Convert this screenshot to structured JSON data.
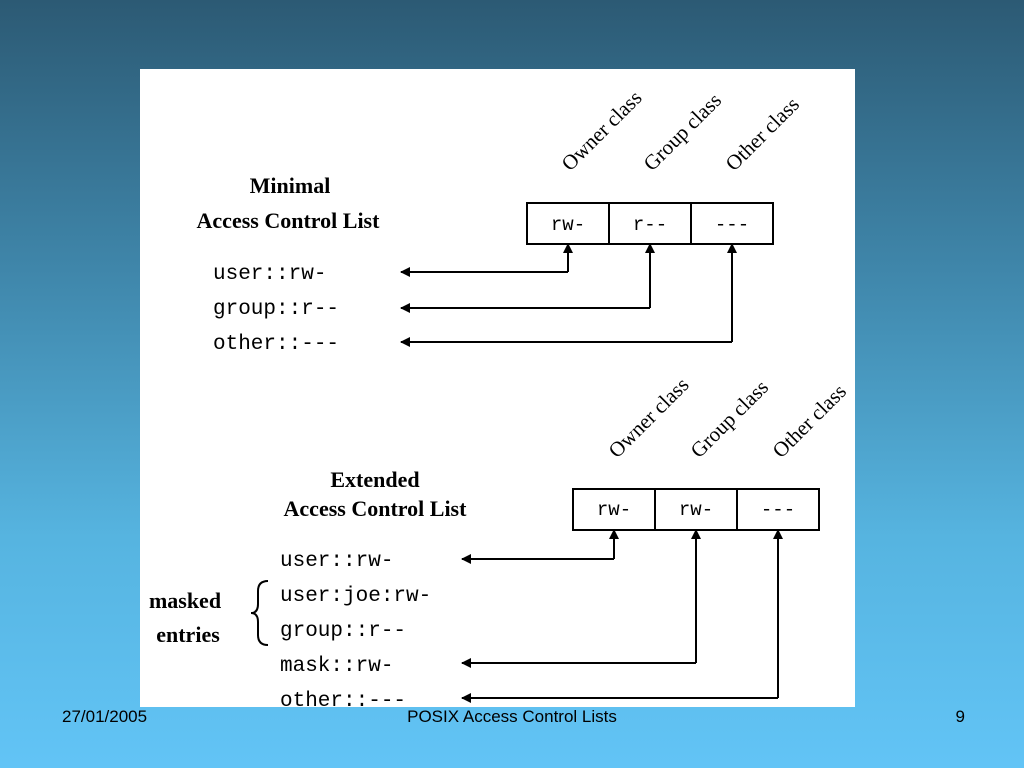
{
  "minimal": {
    "title_line1": "Minimal",
    "title_line2": "Access Control List",
    "class_headers": [
      "Owner class",
      "Group class",
      "Other class"
    ],
    "cells": [
      "rw-",
      "r--",
      "---"
    ],
    "entries": [
      "user::rw-",
      "group::r--",
      "other::---"
    ]
  },
  "extended": {
    "title_line1": "Extended",
    "title_line2": "Access Control List",
    "class_headers": [
      "Owner class",
      "Group class",
      "Other class"
    ],
    "cells": [
      "rw-",
      "rw-",
      "---"
    ],
    "entries": [
      "user::rw-",
      "user:joe:rw-",
      "group::r--",
      "mask::rw-",
      "other::---"
    ],
    "masked_label_line1": "masked",
    "masked_label_line2": "entries"
  },
  "footer": {
    "date": "27/01/2005",
    "title": "POSIX Access Control Lists",
    "page": "9"
  }
}
